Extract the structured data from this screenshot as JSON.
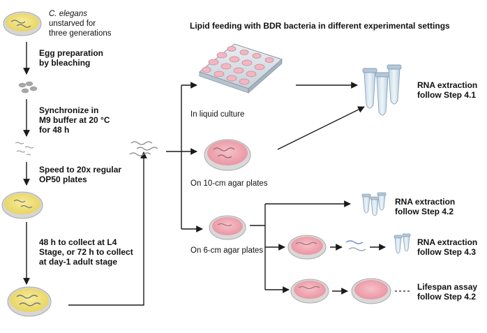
{
  "title": "Lipid feeding with BDR bacteria in different experimental settings",
  "left_column": {
    "start_italic": "C. elegans",
    "start_line2": "unstarved for",
    "start_line3": "three generations",
    "step1_line1": "Egg preparation",
    "step1_line2": "by bleaching",
    "step2_line1": "Synchronize in",
    "step2_line2": "M9 buffer at 20 °C",
    "step2_line3": "for 48 h",
    "step3_line1": "Speed to 20x regular",
    "step3_line2": "OP50 plates",
    "step4_line1": "48 h to collect at L4",
    "step4_line2": "Stage, or 72 h to collect",
    "step4_line3": "at day-1 adult stage"
  },
  "settings": {
    "liquid": "In liquid culture",
    "plate10": "On 10-cm agar plates",
    "plate6": "On 6-cm agar plates"
  },
  "outcomes": {
    "rna41_line1": "RNA extraction",
    "rna41_line2": "follow Step 4.1",
    "rna42_line1": "RNA extraction",
    "rna42_line2": "follow Step 4.2",
    "rna43_line1": "RNA extraction",
    "rna43_line2": "follow Step 4.3",
    "life_line1": "Lifespan assay",
    "life_line2": "follow Step 4.2"
  },
  "colors": {
    "plate_yellow": "#f2e27a",
    "plate_pink": "#f2a9b4",
    "plate_rim": "#b9b9b9",
    "worm": "#6d6d6d",
    "arrow": "#1a1a1a",
    "tube": "#d4e4ef"
  }
}
